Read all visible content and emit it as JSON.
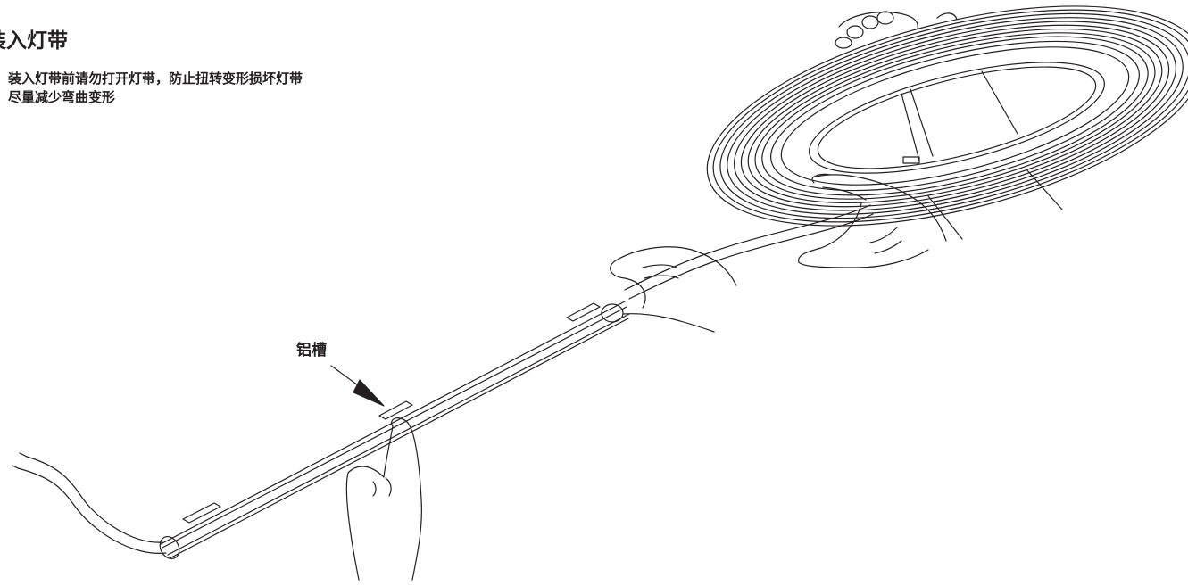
{
  "section": {
    "title": "装入灯带",
    "notes": [
      "装入灯带前请勿打开灯带，防止扭转变形损坏灯带",
      "尽量减少弯曲变形"
    ]
  },
  "callout": {
    "label": "铝槽"
  }
}
